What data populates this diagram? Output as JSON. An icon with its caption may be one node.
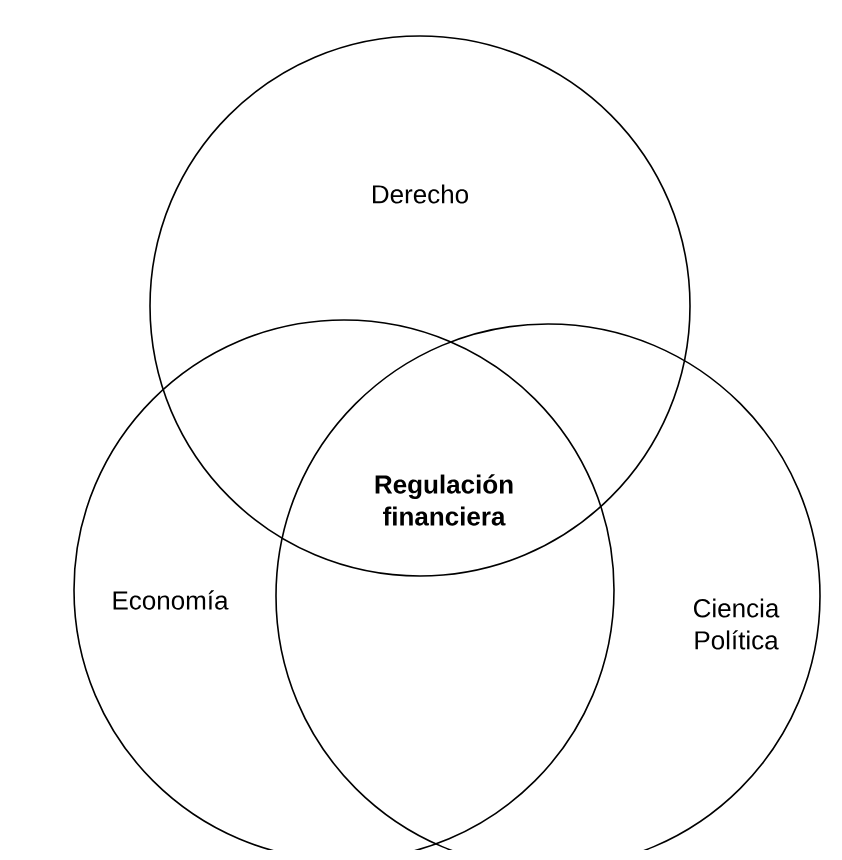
{
  "diagram": {
    "nodes": [
      {
        "text": [
          "Derecho"
        ]
      },
      {
        "text": [
          "Economía"
        ]
      },
      {
        "text": [
          "Ciencia Política"
        ]
      }
    ],
    "labels": [
      "Regulación financiera"
    ]
  }
}
